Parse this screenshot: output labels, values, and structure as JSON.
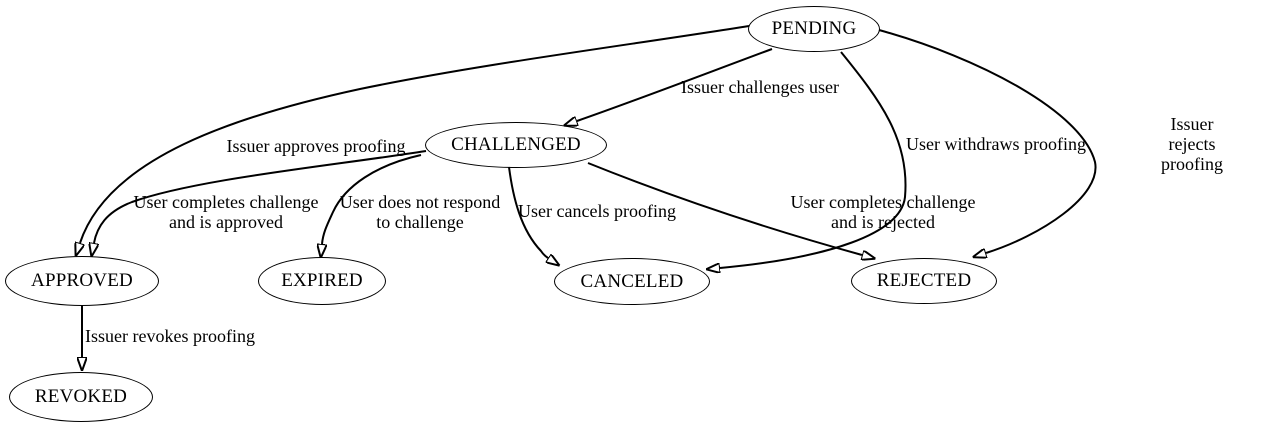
{
  "diagram": {
    "background_color": "#ffffff",
    "stroke_color": "#000000",
    "nodes": [
      {
        "id": "pending",
        "label": "PENDING"
      },
      {
        "id": "challenged",
        "label": "CHALLENGED"
      },
      {
        "id": "approved",
        "label": "APPROVED"
      },
      {
        "id": "expired",
        "label": "EXPIRED"
      },
      {
        "id": "canceled",
        "label": "CANCELED"
      },
      {
        "id": "rejected",
        "label": "REJECTED"
      },
      {
        "id": "revoked",
        "label": "REVOKED"
      }
    ],
    "edges": [
      {
        "from": "PENDING",
        "to": "CHALLENGED",
        "label": "Issuer challenges user"
      },
      {
        "from": "PENDING",
        "to": "APPROVED",
        "label": "Issuer approves proofing"
      },
      {
        "from": "PENDING",
        "to": "CANCELED",
        "label": "User withdraws proofing"
      },
      {
        "from": "PENDING",
        "to": "REJECTED",
        "label": "Issuer rejects proofing"
      },
      {
        "from": "CHALLENGED",
        "to": "APPROVED",
        "label": "User completes challenge\nand is approved"
      },
      {
        "from": "CHALLENGED",
        "to": "EXPIRED",
        "label": "User does not respond\nto challenge"
      },
      {
        "from": "CHALLENGED",
        "to": "CANCELED",
        "label": "User cancels proofing"
      },
      {
        "from": "CHALLENGED",
        "to": "REJECTED",
        "label": "User completes challenge\nand is rejected"
      },
      {
        "from": "APPROVED",
        "to": "REVOKED",
        "label": "Issuer revokes proofing"
      }
    ]
  }
}
